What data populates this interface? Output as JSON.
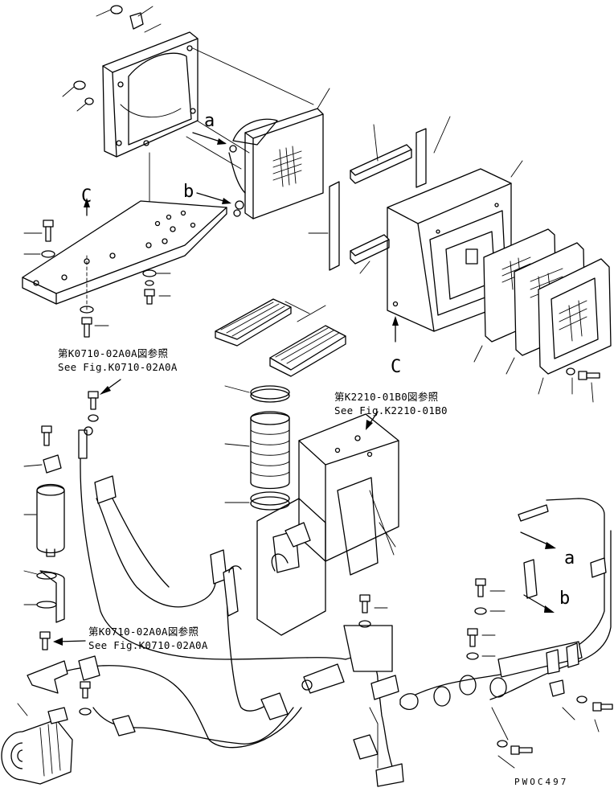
{
  "references": [
    {
      "jp": "第K0710-02A0A図参照",
      "en": "See Fig.K0710-02A0A"
    },
    {
      "jp": "第K2210-01B0図参照",
      "en": "See Fig.K2210-01B0"
    },
    {
      "jp": "第K0710-02A0A図参照",
      "en": "See Fig.K0710-02A0A"
    }
  ],
  "callouts": {
    "a_upper": "a",
    "b_upper": "b",
    "c_left": "C",
    "c_right": "C",
    "a_lower": "a",
    "b_lower": "b"
  },
  "drawing_number": "PWOC497"
}
